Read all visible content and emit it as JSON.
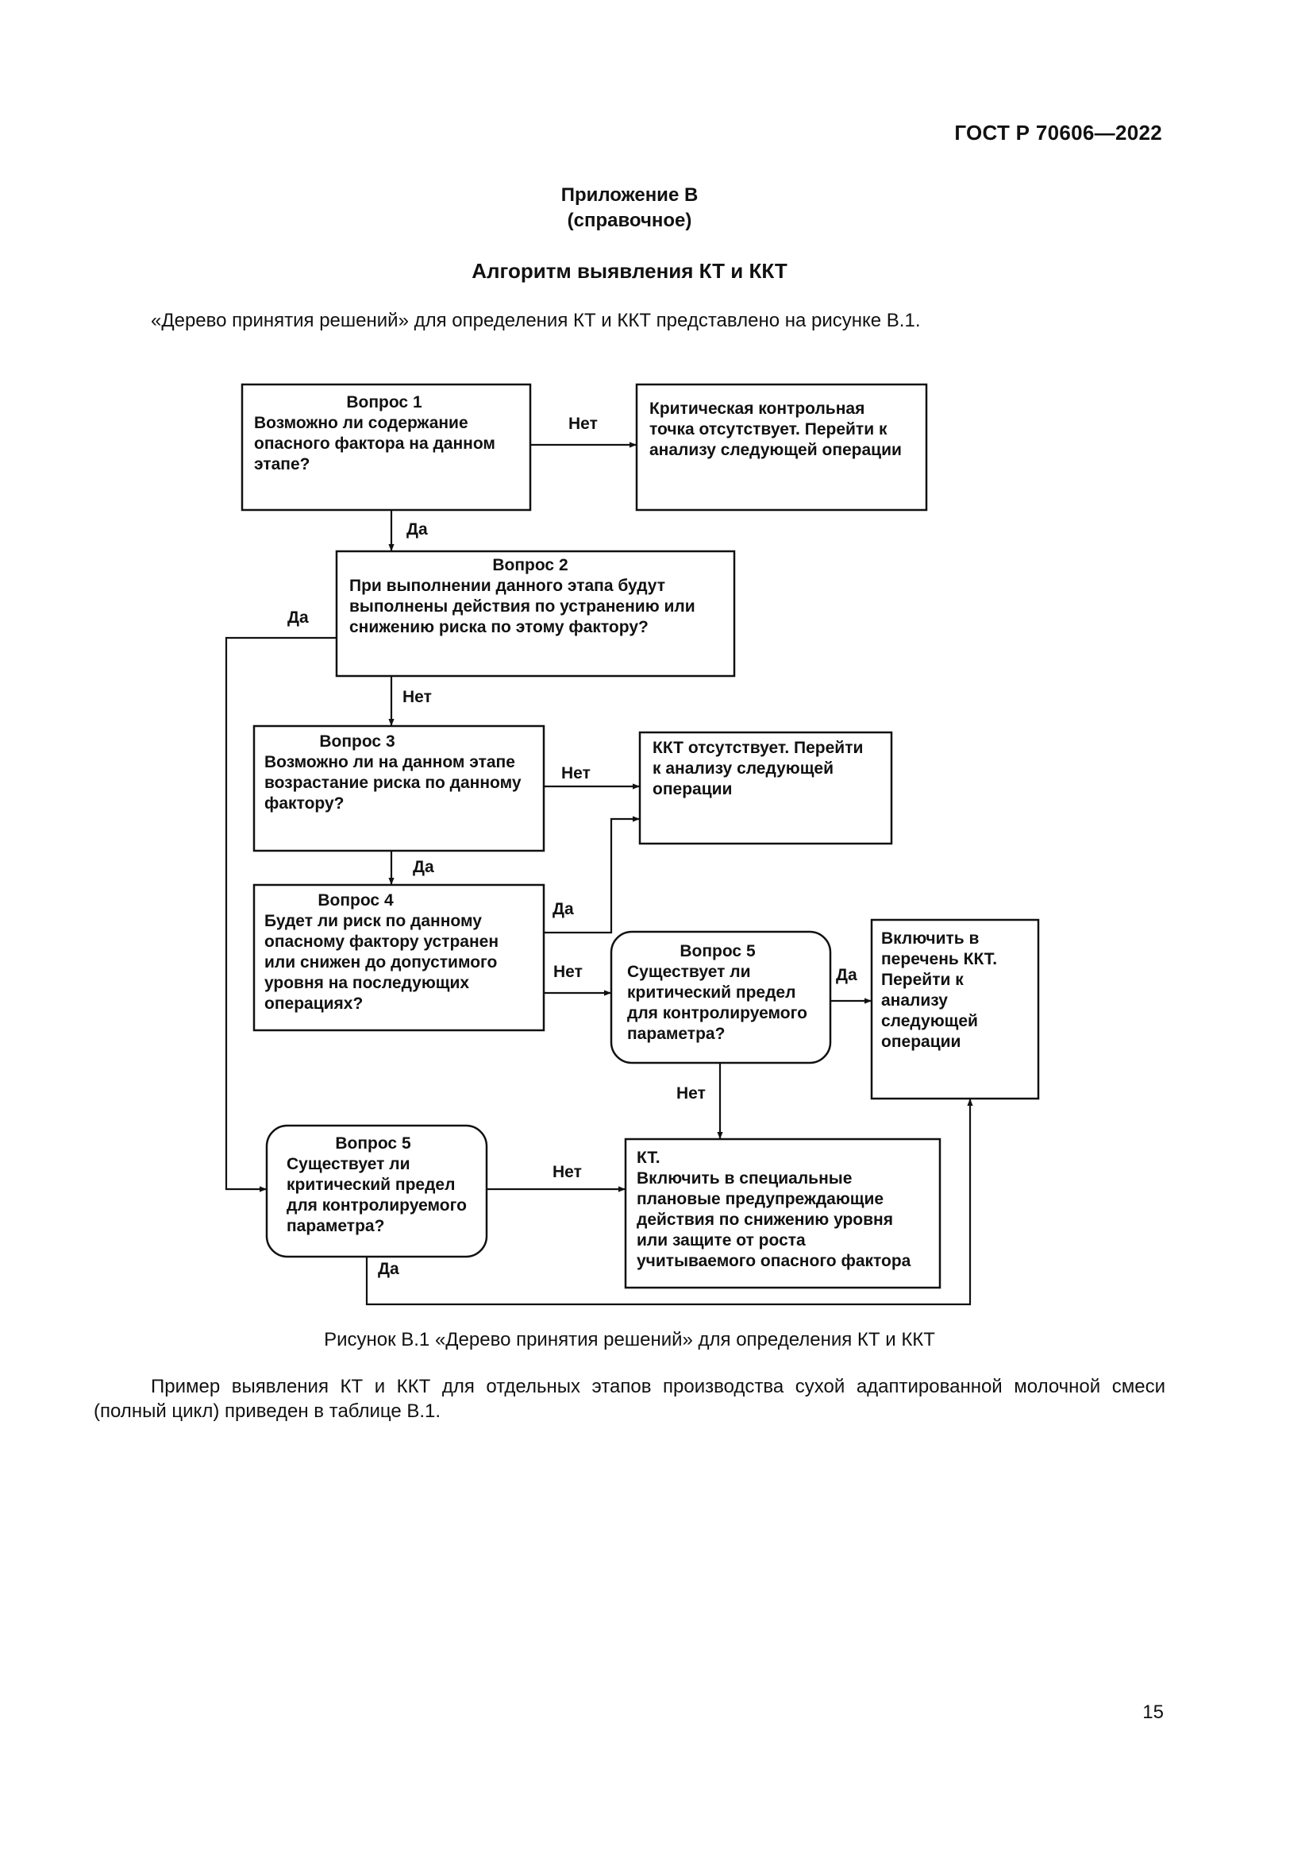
{
  "header": {
    "doc_code": "ГОСТ Р 70606—2022"
  },
  "appendix": {
    "title": "Приложение В",
    "note": "(справочное)"
  },
  "section_title": "Алгоритм выявления КТ и ККТ",
  "intro": "«Дерево принятия решений» для определения КТ и ККТ представлено на рисунке В.1.",
  "flowchart": {
    "q1": {
      "title": "Вопрос 1",
      "lines": [
        "Возможно ли содержание",
        "опасного фактора на данном",
        "этапе?"
      ]
    },
    "r1": {
      "lines": [
        "Критическая контрольная",
        "точка отсутствует. Перейти к",
        "анализу следующей операции"
      ]
    },
    "q2": {
      "title": "Вопрос 2",
      "lines": [
        "При выполнении данного этапа будут",
        "выполнены действия по устранению или",
        "снижению риска по этому фактору?"
      ]
    },
    "q3": {
      "title": "Вопрос 3",
      "lines": [
        "Возможно ли на данном этапе",
        "возрастание риска по данному",
        "фактору?"
      ]
    },
    "r2": {
      "lines": [
        "ККТ отсутствует. Перейти",
        "к анализу следующей",
        "операции"
      ]
    },
    "q4": {
      "title": "Вопрос 4",
      "lines": [
        "Будет ли риск по данному",
        "опасному фактору устранен",
        "или снижен до допустимого",
        "уровня на последующих",
        "операциях?"
      ]
    },
    "q5a": {
      "title": "Вопрос 5",
      "lines": [
        "Существует ли",
        "критический предел",
        "для контролируемого",
        "параметра?"
      ]
    },
    "r3": {
      "lines": [
        "Включить в",
        "перечень ККТ.",
        "Перейти к",
        "анализу",
        "следующей",
        "операции"
      ]
    },
    "q5b": {
      "title": "Вопрос 5",
      "lines": [
        "Существует ли",
        "критический предел",
        "для контролируемого",
        "параметра?"
      ]
    },
    "r4": {
      "lines": [
        "КТ.",
        "Включить в специальные",
        "плановые предупреждающие",
        "действия по снижению уровня",
        "или защите от роста",
        "учитываемого опасного фактора"
      ]
    },
    "labels": {
      "yes": "Да",
      "no": "Нет"
    }
  },
  "caption": "Рисунок В.1 «Дерево принятия решений» для определения КТ и ККТ",
  "example_text": "Пример выявления КТ и ККТ для отдельных этапов производства сухой адаптированной молочной смеси (полный цикл) приведен в таблице В.1.",
  "page_number": "15"
}
